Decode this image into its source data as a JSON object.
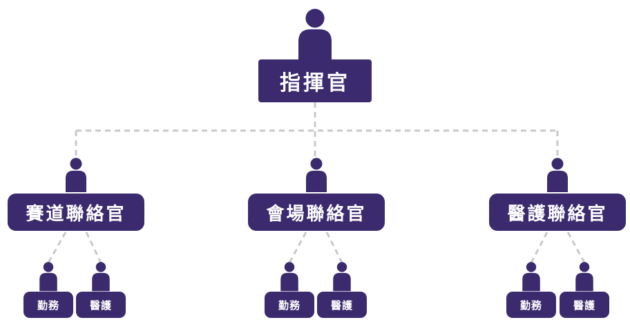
{
  "colors": {
    "primary": "#3b2a6e",
    "connector": "#c8c8cc"
  },
  "commander": {
    "label": "指揮官",
    "icon": "person-icon"
  },
  "liaisons": [
    {
      "label": "賽道聯絡官",
      "icon": "person-icon",
      "staff": [
        {
          "label": "勤務",
          "icon": "person-icon"
        },
        {
          "label": "醫護",
          "icon": "person-icon"
        }
      ]
    },
    {
      "label": "會場聯絡官",
      "icon": "person-icon",
      "staff": [
        {
          "label": "勤務",
          "icon": "person-icon"
        },
        {
          "label": "醫護",
          "icon": "person-icon"
        }
      ]
    },
    {
      "label": "醫護聯絡官",
      "icon": "person-icon",
      "staff": [
        {
          "label": "勤務",
          "icon": "person-icon"
        },
        {
          "label": "醫護",
          "icon": "person-icon"
        }
      ]
    }
  ]
}
